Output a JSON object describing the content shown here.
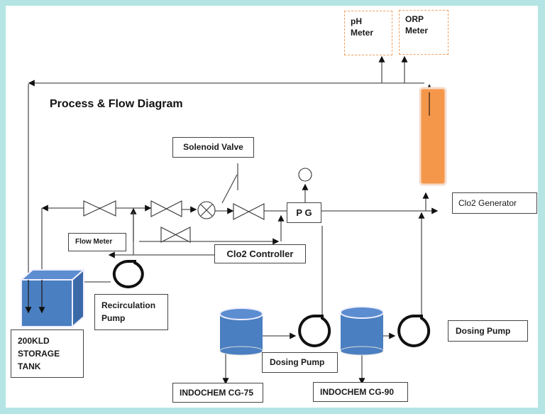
{
  "title": "Process & Flow Diagram",
  "labels": {
    "ph_meter": "pH\nMeter",
    "ph_meter_line1": "pH",
    "ph_meter_line2": "Meter",
    "orp_meter_line1": "ORP",
    "orp_meter_line2": "Meter",
    "solenoid_valve": "Solenoid Valve",
    "pg": "P G",
    "clo2_generator": "Clo2 Generator",
    "flow_meter": "Flow Meter",
    "clo2_controller": "Clo2 Controller",
    "recirculation_pump_line1": "Recirculation",
    "recirculation_pump_line2": "Pump",
    "storage_tank_line1": "200KLD",
    "storage_tank_line2": "STORAGE",
    "storage_tank_line3": "TANK",
    "dosing_pump_1": "Dosing Pump",
    "dosing_pump_2": "Dosing Pump",
    "chem_1": "INDOCHEM CG-75",
    "chem_2": "INDOCHEM CG-90"
  },
  "colors": {
    "background": "#b5e4e4",
    "tank_blue": "#4a7fc1",
    "generator_orange": "#f5974a",
    "meter_border": "#f0a060"
  }
}
